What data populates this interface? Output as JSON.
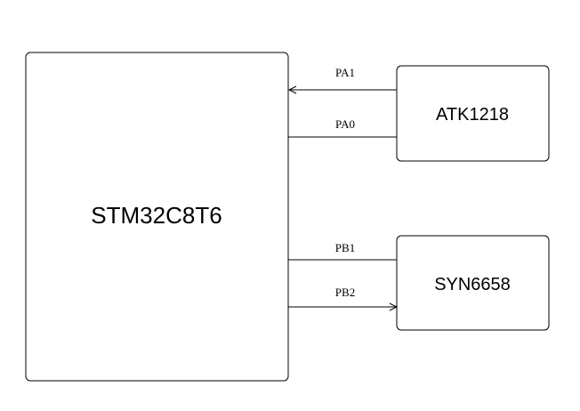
{
  "blocks": {
    "mcu": {
      "label": "STM32C8T6"
    },
    "bluetooth": {
      "label": "ATK1218"
    },
    "voice": {
      "label": "SYN6658"
    }
  },
  "connections": [
    {
      "pin": "PA1",
      "from": "ATK1218",
      "to": "STM32C8T6"
    },
    {
      "pin": "PA0",
      "from": "STM32C8T6",
      "to": "ATK1218"
    },
    {
      "pin": "PB1",
      "from": "STM32C8T6",
      "to": "SYN6658"
    },
    {
      "pin": "PB2",
      "from": "STM32C8T6",
      "to": "SYN6658"
    }
  ]
}
